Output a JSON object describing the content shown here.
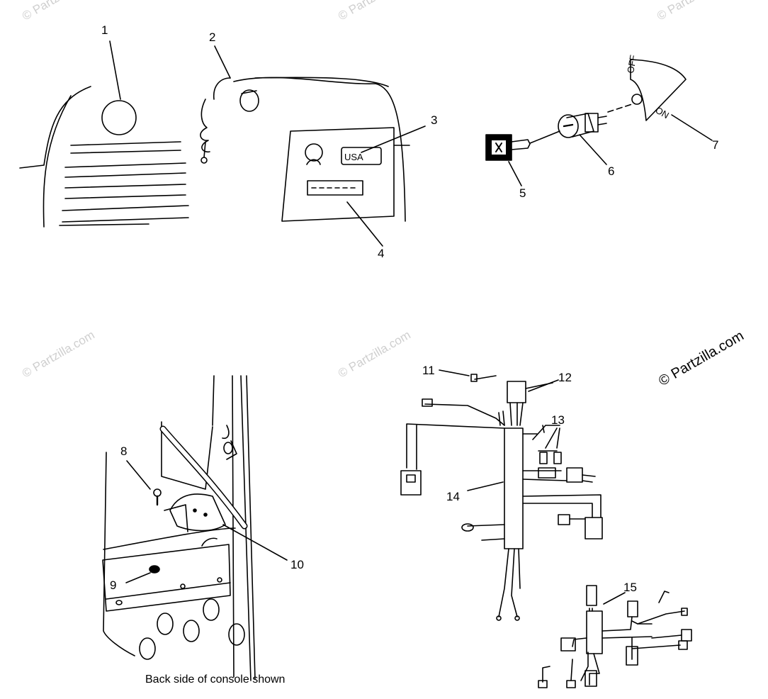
{
  "callouts": [
    "1",
    "2",
    "3",
    "4",
    "5",
    "6",
    "7",
    "8",
    "9",
    "10",
    "11",
    "12",
    "13",
    "14",
    "15"
  ],
  "panel_tag": "USA",
  "switch_plate": {
    "off": "OFF",
    "on": "ON"
  },
  "caption": "Back side of console shown",
  "watermark": "© Partzilla.com"
}
